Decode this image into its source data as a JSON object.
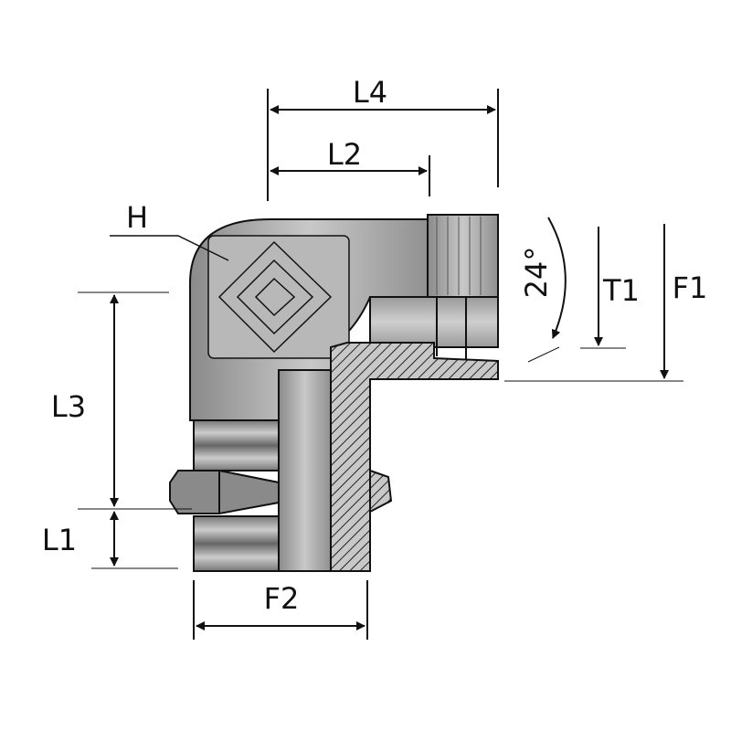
{
  "diagram": {
    "title": "90° elbow adapter with adjustable stud end",
    "dimensions": {
      "L4": "L4",
      "L2": "L2",
      "L3": "L3",
      "L1": "L1",
      "F2": "F2",
      "F1": "F1",
      "T1": "T1",
      "H": "H",
      "angle": "24°"
    },
    "colors": {
      "outline": "#111111",
      "body": "#b4b4b4",
      "dark": "#6e6e6e"
    }
  }
}
